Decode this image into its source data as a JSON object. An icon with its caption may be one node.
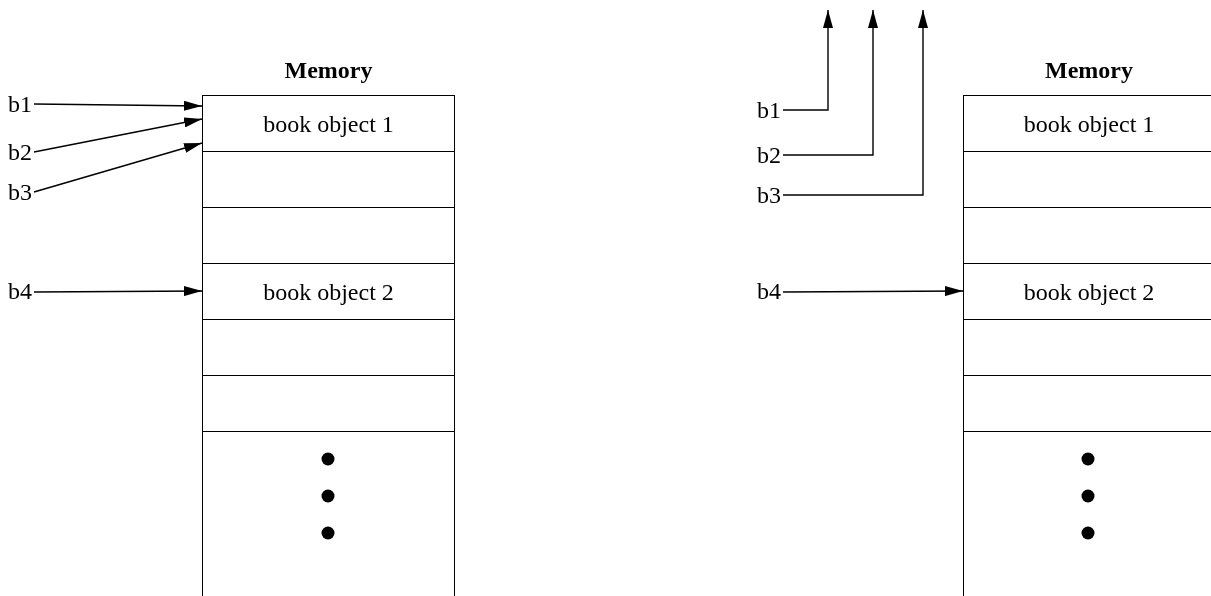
{
  "diagram": {
    "nodes": [
      {
        "text": [
          "Memory"
        ]
      },
      {
        "text": [
          "book object 1"
        ],
        "in": 0
      },
      {
        "text": [],
        "shape": "box",
        "in": 0
      },
      {
        "text": [],
        "shape": "box",
        "in": 0
      },
      {
        "text": [
          "book object 2"
        ],
        "in": 0
      },
      {
        "text": [],
        "shape": "box",
        "in": 0
      },
      {
        "text": [],
        "shape": "box",
        "in": 0
      },
      {
        "text": [],
        "shape": "box",
        "in": 0
      },
      {
        "text": [
          "b1"
        ]
      },
      {
        "text": [
          "b2"
        ]
      },
      {
        "text": [
          "b3"
        ]
      },
      {
        "text": [
          "b4"
        ]
      },
      {
        "text": [
          "Memory"
        ]
      },
      {
        "text": [
          "book object 1"
        ],
        "in": 12
      },
      {
        "text": [],
        "shape": "box",
        "in": 12
      },
      {
        "text": [],
        "shape": "box",
        "in": 12
      },
      {
        "text": [
          "book object 2"
        ],
        "in": 12
      },
      {
        "text": [],
        "shape": "box",
        "in": 12
      },
      {
        "text": [],
        "shape": "box",
        "in": 12
      },
      {
        "text": [],
        "shape": "box",
        "in": 12
      },
      {
        "text": [
          "b1"
        ]
      },
      {
        "text": [
          "b2"
        ]
      },
      {
        "text": [
          "b3"
        ]
      },
      {
        "text": [
          "b4"
        ]
      }
    ],
    "edges": [
      {
        "from": 8,
        "to": 1,
        "arrow": "to"
      },
      {
        "from": 9,
        "to": 1,
        "arrow": "to"
      },
      {
        "from": 10,
        "to": 1,
        "arrow": "to"
      },
      {
        "from": 11,
        "to": 4,
        "arrow": "to"
      },
      {
        "from": 20,
        "to": null,
        "arrow": "to"
      },
      {
        "from": 21,
        "to": null,
        "arrow": "to"
      },
      {
        "from": 22,
        "to": null,
        "arrow": "to"
      },
      {
        "from": 23,
        "to": 16,
        "arrow": "to"
      }
    ]
  }
}
